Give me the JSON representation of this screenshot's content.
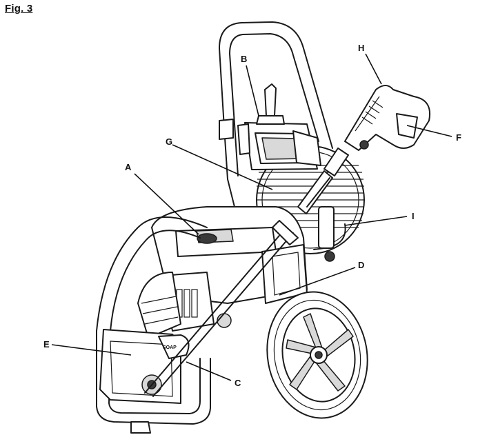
{
  "figure": {
    "title": "Fig. 3"
  },
  "callouts": [
    {
      "letter": "A"
    },
    {
      "letter": "B"
    },
    {
      "letter": "C"
    },
    {
      "letter": "D"
    },
    {
      "letter": "E"
    },
    {
      "letter": "F"
    },
    {
      "letter": "G"
    },
    {
      "letter": "H"
    },
    {
      "letter": "I"
    }
  ],
  "decal": {
    "soap_text": "SOAP"
  }
}
